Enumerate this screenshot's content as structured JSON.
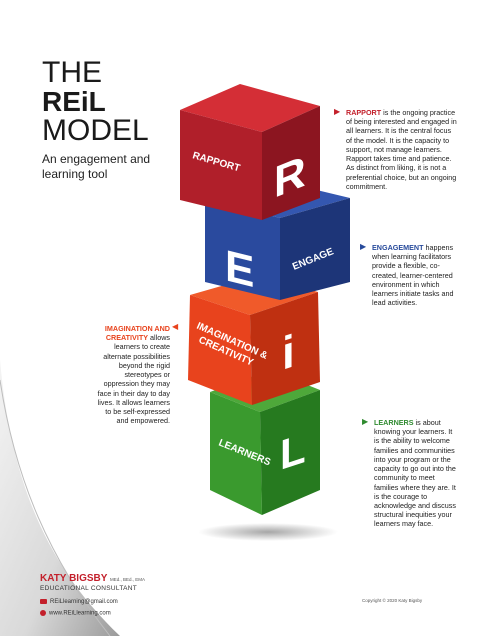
{
  "title": {
    "line1": "THE",
    "line2": "REiL",
    "line3": "MODEL"
  },
  "subtitle": "An engagement and learning tool",
  "cubes": [
    {
      "letter": "R",
      "label": "RAPPORT",
      "color_top": "#d42e36",
      "color_left": "#b01f2a",
      "color_right": "#8c1520"
    },
    {
      "letter": "E",
      "label": "ENGAGE",
      "color_top": "#3457b0",
      "color_left": "#2a4a9e",
      "color_right": "#1d3578"
    },
    {
      "letter": "i",
      "label_line1": "IMAGINATION &",
      "label_line2": "CREATIVITY",
      "color_top": "#f05a2a",
      "color_left": "#e8431d",
      "color_right": "#bf3011"
    },
    {
      "letter": "L",
      "label": "LEARNERS",
      "color_top": "#4ea83a",
      "color_left": "#3a9a2e",
      "color_right": "#267a1f"
    }
  ],
  "descriptions": {
    "rapport": {
      "lead": "RAPPORT",
      "text": " is the ongoing practice of being interested and engaged in all learners. It is the central focus of the model. It is the capacity to support, not manage learners. Rapport takes time and patience. As distinct from liking, it is not a preferential choice, but an ongoing commitment."
    },
    "engagement": {
      "lead": "ENGAGEMENT",
      "text": " happens when learning facilitators provide a flexible, co-created, learner-centered environment in which learners initiate tasks and lead activities."
    },
    "imagination": {
      "lead": "IMAGINATION AND CREATIVITY",
      "text": " allows learners to create alternate possibilities beyond the rigid stereotypes or oppression they may face in their day to day lives. It allows learners to be self-expressed and empowered."
    },
    "learners": {
      "lead": "LEARNERS",
      "text": " is about knowing your learners. It is the ability to welcome families and communities into your program or the capacity to go out into the community to meet families where they are. It is the courage to acknowledge and discuss structural inequities your learners may face."
    }
  },
  "footer": {
    "name": "KATY BIGSBY",
    "credentials": "MEd., BEd., EMA",
    "role": "EDUCATIONAL CONSULTANT",
    "email": "REiLlearning@gmail.com",
    "website": "www.REiLlearning.com",
    "copyright": "Copyright © 2020 Katy Bigsby"
  },
  "colors": {
    "red": "#c3202b",
    "blue": "#274a9b",
    "orange": "#e8431d",
    "green": "#2f8a2f"
  },
  "icons": {
    "email": "email-icon",
    "web": "globe-icon",
    "arrow": "triangle-arrow-icon"
  }
}
